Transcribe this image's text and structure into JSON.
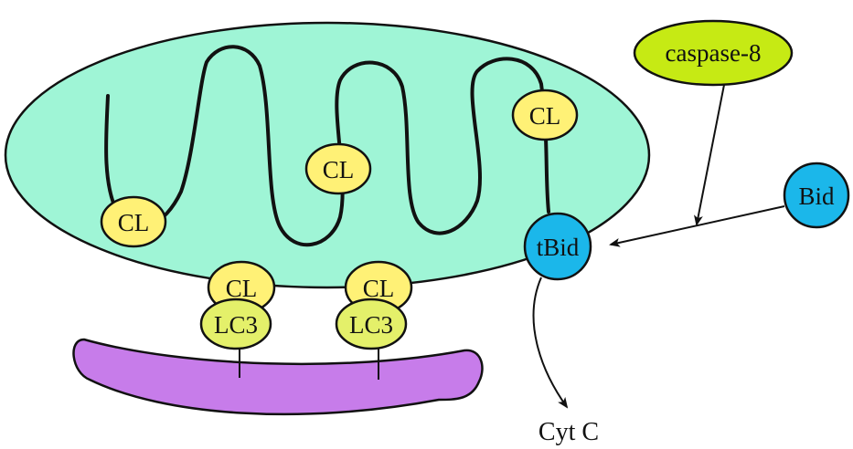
{
  "colors": {
    "mitochondrion": "#9ff5d6",
    "cardiolipin": "#fff176",
    "lc3": "#e4f06a",
    "caspase": "#c6ea14",
    "bid": "#1bb7ea",
    "phagophore": "#c77cea",
    "stroke": "#111111"
  },
  "labels": {
    "caspase8": "caspase-8",
    "bid": "Bid",
    "tbid": "tBid",
    "cytc": "Cyt C",
    "cl": "CL",
    "lc3": "LC3"
  }
}
